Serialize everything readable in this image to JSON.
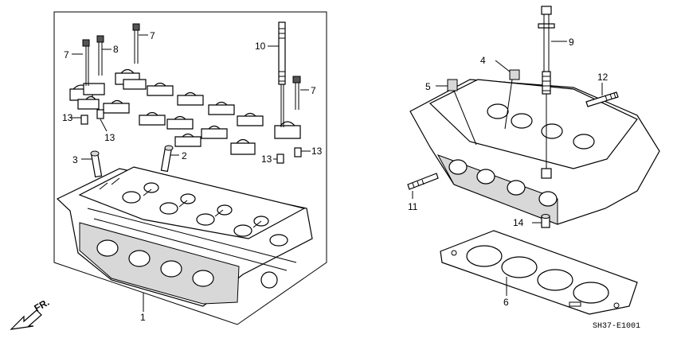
{
  "callouts": {
    "c1": "1",
    "c2": "2",
    "c3": "3",
    "c4": "4",
    "c5": "5",
    "c6": "6",
    "c7a": "7",
    "c7b": "7",
    "c7c": "7",
    "c8": "8",
    "c9": "9",
    "c10": "10",
    "c11": "11",
    "c12": "12",
    "c13a": "13",
    "c13b": "13",
    "c13c": "13",
    "c13d": "13",
    "c14": "14"
  },
  "direction_label": "FR.",
  "diagram_code": "SH37-E1001",
  "colors": {
    "line": "#000000",
    "shade": "#d8d8d8",
    "background": "#ffffff"
  }
}
